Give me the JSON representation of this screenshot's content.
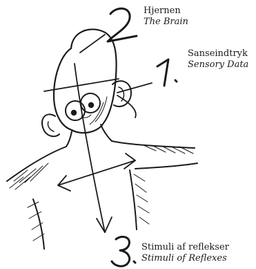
{
  "labels": {
    "brain": {
      "number": "2",
      "danish": "Hjernen",
      "english": "The Brain"
    },
    "sensory": {
      "number": "1",
      "danish": "Sanseindtryk",
      "english": "Sensory Data"
    },
    "reflex": {
      "number": "3",
      "danish": "Stimuli af reflekser",
      "english": "Stimuli of Reflexes"
    }
  },
  "colors": {
    "ink": "#1a1a1a",
    "background": "#ffffff"
  }
}
